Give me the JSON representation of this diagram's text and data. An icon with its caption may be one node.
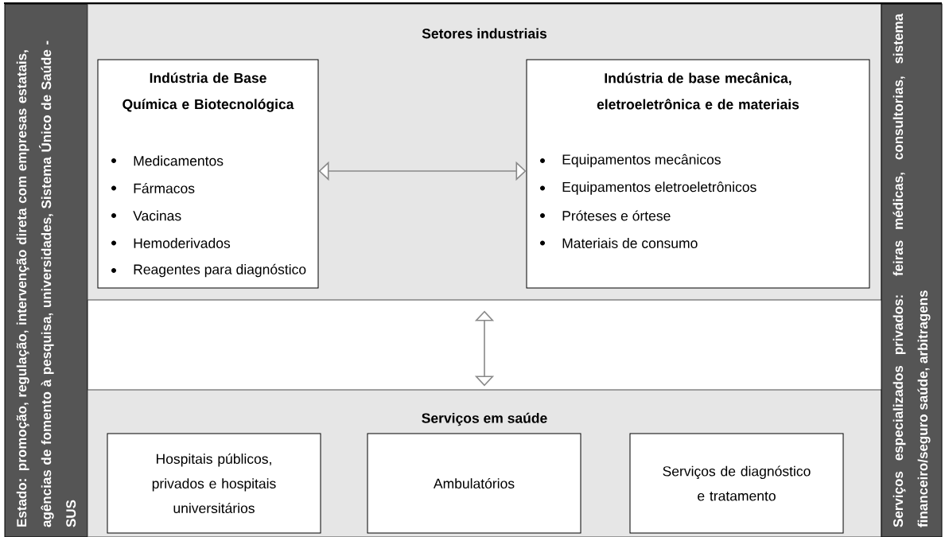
{
  "diagram": {
    "nodes": [
      {
        "text": [
          "Estado: promoção, regulação, intervenção direta com empresas estatais, agências de fomento à pesquisa, universidades, Sistema Único de Saúde - SUS"
        ]
      },
      {
        "text": [
          "Setores industriais"
        ]
      },
      {
        "text": [
          "Indústria de Base Química e Biotecnológica",
          "Medicamentos",
          "Fármacos",
          "Vacinas",
          "Hemoderivados",
          "Reagentes para diagnóstico"
        ],
        "in": 1
      },
      {
        "text": [
          "Indústria de base mecânica, eletroeletrônica e de materiais",
          "Equipamentos mecânicos",
          "Equipamentos eletroeletrônicos",
          "Próteses e órtese",
          "Materiais de consumo"
        ],
        "in": 1
      },
      {
        "text": [
          "Serviços em saúde"
        ]
      },
      {
        "text": [
          "Hospitais públicos, privados e hospitais universitários"
        ],
        "in": 4
      },
      {
        "text": [
          "Ambulatórios"
        ],
        "in": 4
      },
      {
        "text": [
          "Serviços de diagnóstico e tratamento"
        ],
        "in": 4
      },
      {
        "text": [
          "Serviços especializados privados: feiras médicas, consultorias, sistema financeiro/seguro saúde, arbitragens"
        ]
      }
    ],
    "edges": [
      {
        "from": 2,
        "to": 3,
        "arrow": "both"
      },
      {
        "from": 1,
        "to": 4,
        "arrow": "both"
      }
    ]
  }
}
